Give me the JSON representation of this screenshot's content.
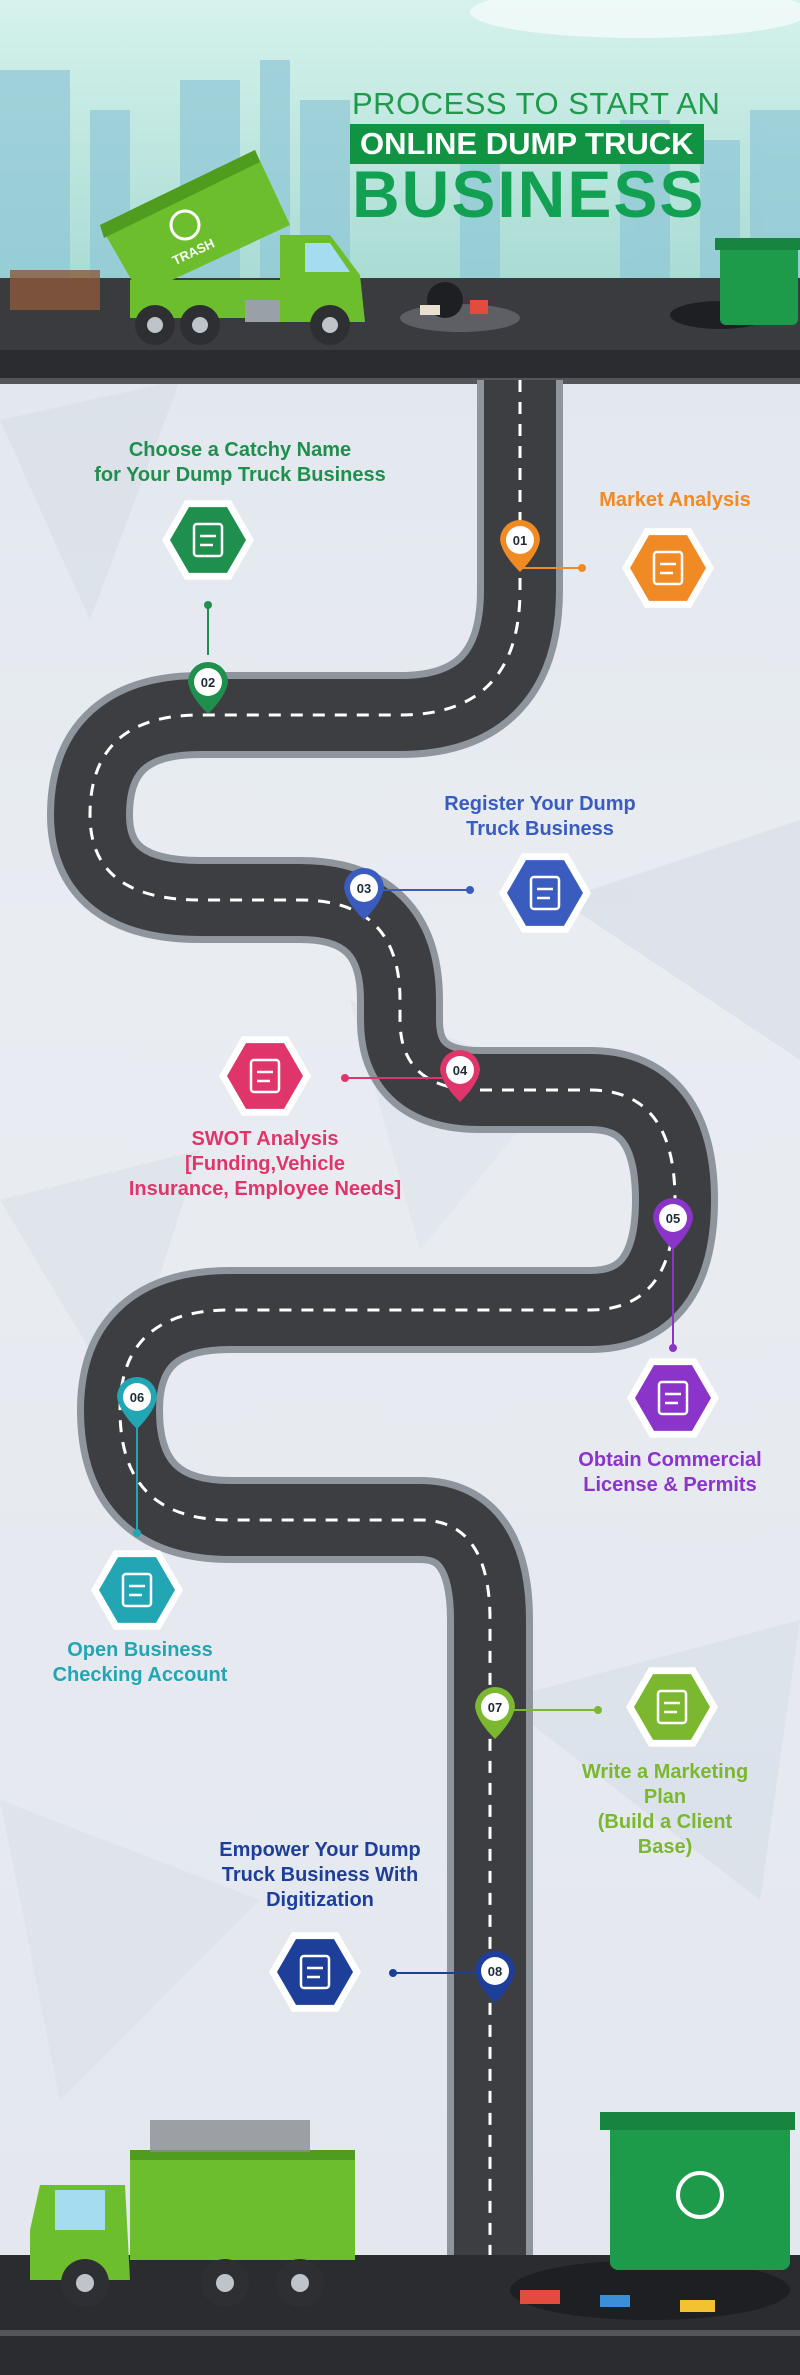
{
  "header": {
    "line1": "PROCESS TO START AN",
    "line2": "ONLINE DUMP TRUCK",
    "line3": "BUSINESS",
    "truck_sign": "TRASH"
  },
  "steps": [
    {
      "num": "01",
      "label": "Market Analysis",
      "color": "#f08a25",
      "icon": "chart-analysis-icon"
    },
    {
      "num": "02",
      "label": "Choose a Catchy Name\nfor Your Dump Truck Business",
      "color": "#1f8f4e",
      "icon": "checklist-search-icon"
    },
    {
      "num": "03",
      "label": "Register Your Dump\nTruck Business",
      "color": "#3a5cbf",
      "icon": "clipboard-check-icon"
    },
    {
      "num": "04",
      "label": "SWOT Analysis\n[Funding,Vehicle\nInsurance, Employee Needs]",
      "color": "#e0356a",
      "icon": "swot-icon"
    },
    {
      "num": "05",
      "label": "",
      "color": "#8b34c9",
      "icon": "license-icon"
    },
    {
      "num": "06",
      "label": "Open Business\nChecking Account",
      "color": "#22a6b3",
      "icon": "calculator-document-icon"
    },
    {
      "num": "07",
      "label": "Write a Marketing\nPlan\n(Build a Client\nBase)",
      "color": "#7cb82f",
      "icon": "presentation-board-icon"
    },
    {
      "num": "08",
      "label": "Empower Your Dump\nTruck Business With\nDigitization",
      "color": "#1e3f99",
      "icon": "team-hands-icon"
    }
  ],
  "step5_label": "Obtain Commercial\nLicense & Permits",
  "colors": {
    "road": "#3d3e42",
    "road_edge": "#9aa0a8",
    "truck_green": "#6cbe2d",
    "ground": "#2b2c30"
  }
}
